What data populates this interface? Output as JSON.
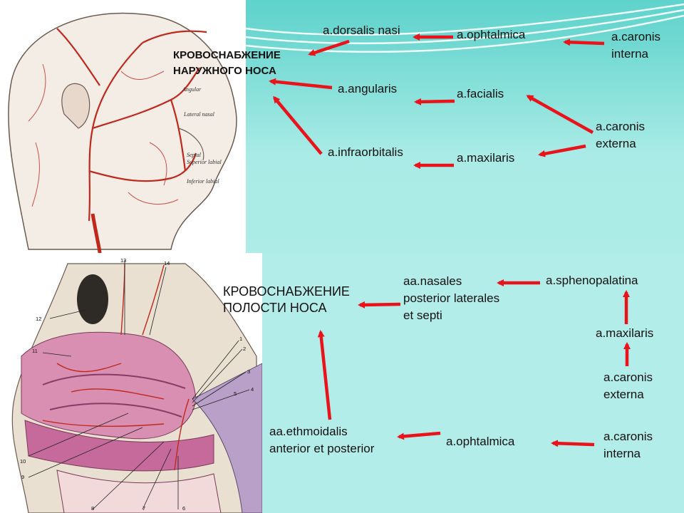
{
  "colors": {
    "arrow": "#e8131b",
    "teal": "#5fd3cc",
    "teal_light": "#b3ede9",
    "tissue_pink": "#d88fb2"
  },
  "top": {
    "title": [
      "КРОВОСНАБЖЕНИЕ",
      "НАРУЖНОГО НОСА"
    ],
    "labels": {
      "dorsalis_nasi": "a.dorsalis nasi",
      "ophtalmica": "a.ophtalmica",
      "caronis_interna": [
        "a.caronis",
        "interna"
      ],
      "angularis": "a.angularis",
      "facialis": "a.facialis",
      "caronis_externa": [
        "a.caronis",
        "externa"
      ],
      "infraorbitalis": "a.infraorbitalis",
      "maxilaris": "a.maxilaris"
    },
    "figure_labels": [
      "Angular",
      "Lateral nasal",
      "Septal",
      "Superior labial",
      "Inferior labial"
    ]
  },
  "bottom": {
    "title": [
      "КРОВОСНАБЖЕНИЕ",
      "ПОЛОСТИ НОСА"
    ],
    "labels": {
      "nasales": [
        "aa.nasales",
        "posterior laterales",
        "et septi"
      ],
      "sphenopalatina": "a.sphenopalatina",
      "maxilaris": "a.maxilaris",
      "caronis_externa": [
        "a.caronis",
        "externa"
      ],
      "ethmoidalis": [
        "aa.ethmoidalis",
        "anterior et posterior"
      ],
      "ophtalmica": "a.ophtalmica",
      "caronis_interna": [
        "a.caronis",
        "interna"
      ]
    },
    "figure_numbers": [
      "13",
      "14",
      "12",
      "11",
      "1",
      "2",
      "3",
      "4",
      "10",
      "9",
      "5",
      "6",
      "7",
      "8"
    ]
  }
}
